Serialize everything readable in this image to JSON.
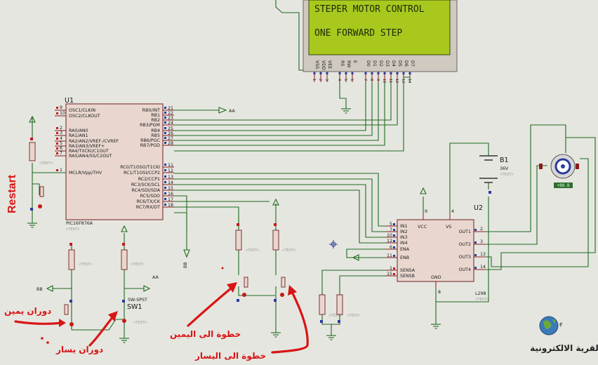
{
  "lcd": {
    "line1": "STEPER MOTOR CONTROL",
    "line2": "ONE FORWARD STEP",
    "pins": [
      "VSS",
      "VDD",
      "VEE",
      "RS",
      "RW",
      "E",
      "D0",
      "D1",
      "D2",
      "D3",
      "D4",
      "D5",
      "D6",
      "D7"
    ],
    "pin_numbers": [
      "1",
      "2",
      "3",
      "4",
      "5",
      "6",
      "7",
      "8",
      "9",
      "10",
      "11",
      "12",
      "13",
      "14"
    ]
  },
  "u1": {
    "ref": "U1",
    "part": "PIC16F876A",
    "text_ph": "<TEXT>",
    "left_pins": [
      {
        "num": "9",
        "label": "OSC1/CLKIN"
      },
      {
        "num": "10",
        "label": "OSC2/CLKOUT"
      },
      {
        "num": "2",
        "label": "RA0/AN0"
      },
      {
        "num": "3",
        "label": "RA1/AN1"
      },
      {
        "num": "4",
        "label": "RA2/AN2/VREF-/CVREF"
      },
      {
        "num": "5",
        "label": "RA3/AN3/VREF+"
      },
      {
        "num": "6",
        "label": "RA4/T0CKI/C1OUT"
      },
      {
        "num": "7",
        "label": "RA5/AN4/SS/C2OUT"
      },
      {
        "num": "1",
        "label": "MCLR/Vpp/THV"
      }
    ],
    "right_pins": [
      {
        "num": "21",
        "label": "RB0/INT"
      },
      {
        "num": "22",
        "label": "RB1"
      },
      {
        "num": "23",
        "label": "RB2"
      },
      {
        "num": "24",
        "label": "RB3/PGM"
      },
      {
        "num": "25",
        "label": "RB4"
      },
      {
        "num": "26",
        "label": "RB5"
      },
      {
        "num": "27",
        "label": "RB6/PGC"
      },
      {
        "num": "28",
        "label": "RB7/PGD"
      },
      {
        "num": "11",
        "label": "RC0/T1OSO/T1CKI"
      },
      {
        "num": "12",
        "label": "RC1/T1OSI/CCP2"
      },
      {
        "num": "13",
        "label": "RC2/CCP1"
      },
      {
        "num": "14",
        "label": "RC3/SCK/SCL"
      },
      {
        "num": "15",
        "label": "RC4/SDI/SDA"
      },
      {
        "num": "16",
        "label": "RC5/SDO"
      },
      {
        "num": "17",
        "label": "RC6/TX/CK"
      },
      {
        "num": "18",
        "label": "RC7/RX/DT"
      }
    ]
  },
  "u2": {
    "ref": "U2",
    "part": "L298",
    "text_ph": "<TEXT>",
    "left_pins": [
      {
        "num": "5",
        "label": "IN1"
      },
      {
        "num": "7",
        "label": "IN2"
      },
      {
        "num": "10",
        "label": "IN3"
      },
      {
        "num": "12",
        "label": "IN4"
      },
      {
        "num": "6",
        "label": "ENA"
      },
      {
        "num": "11",
        "label": "ENB"
      },
      {
        "num": "1",
        "label": "SENSA"
      },
      {
        "num": "15",
        "label": "SENSB"
      }
    ],
    "right_pins": [
      {
        "num": "2",
        "label": "OUT1"
      },
      {
        "num": "3",
        "label": "OUT2"
      },
      {
        "num": "13",
        "label": "OUT3"
      },
      {
        "num": "14",
        "label": "OUT4"
      }
    ],
    "top_pins": [
      {
        "num": "9",
        "label": "VCC"
      },
      {
        "num": "4",
        "label": "VS"
      }
    ],
    "bottom_pins": [
      {
        "num": "8",
        "label": "GND"
      }
    ]
  },
  "battery": {
    "ref": "B1",
    "value": "36V",
    "text_ph": "<TEXT>"
  },
  "motor": {
    "value": "+88.8"
  },
  "switch": {
    "ref": "SW1",
    "part": "SW-SPST",
    "text_ph": "<TEXT>"
  },
  "nets": {
    "aa_top": "AA",
    "aa_bottom": "AA",
    "bb_left": "BB",
    "bb_down": "BB"
  },
  "placeholder": "<TEXT>",
  "annotations": {
    "restart": "Restart",
    "rotate_right": "دوران يمين",
    "rotate_left": "دوران يسار",
    "step_right": "خطوة الى اليمين",
    "step_left": "خطوة الى اليسار"
  },
  "watermark": {
    "text": "القرية الالكترونية"
  },
  "colors": {
    "wire": "#1f6b1f",
    "chip_fill": "#e9d7cf",
    "chip_border": "#7a3030",
    "lcd_screen": "#a8c81e",
    "annotation": "#d81515"
  }
}
